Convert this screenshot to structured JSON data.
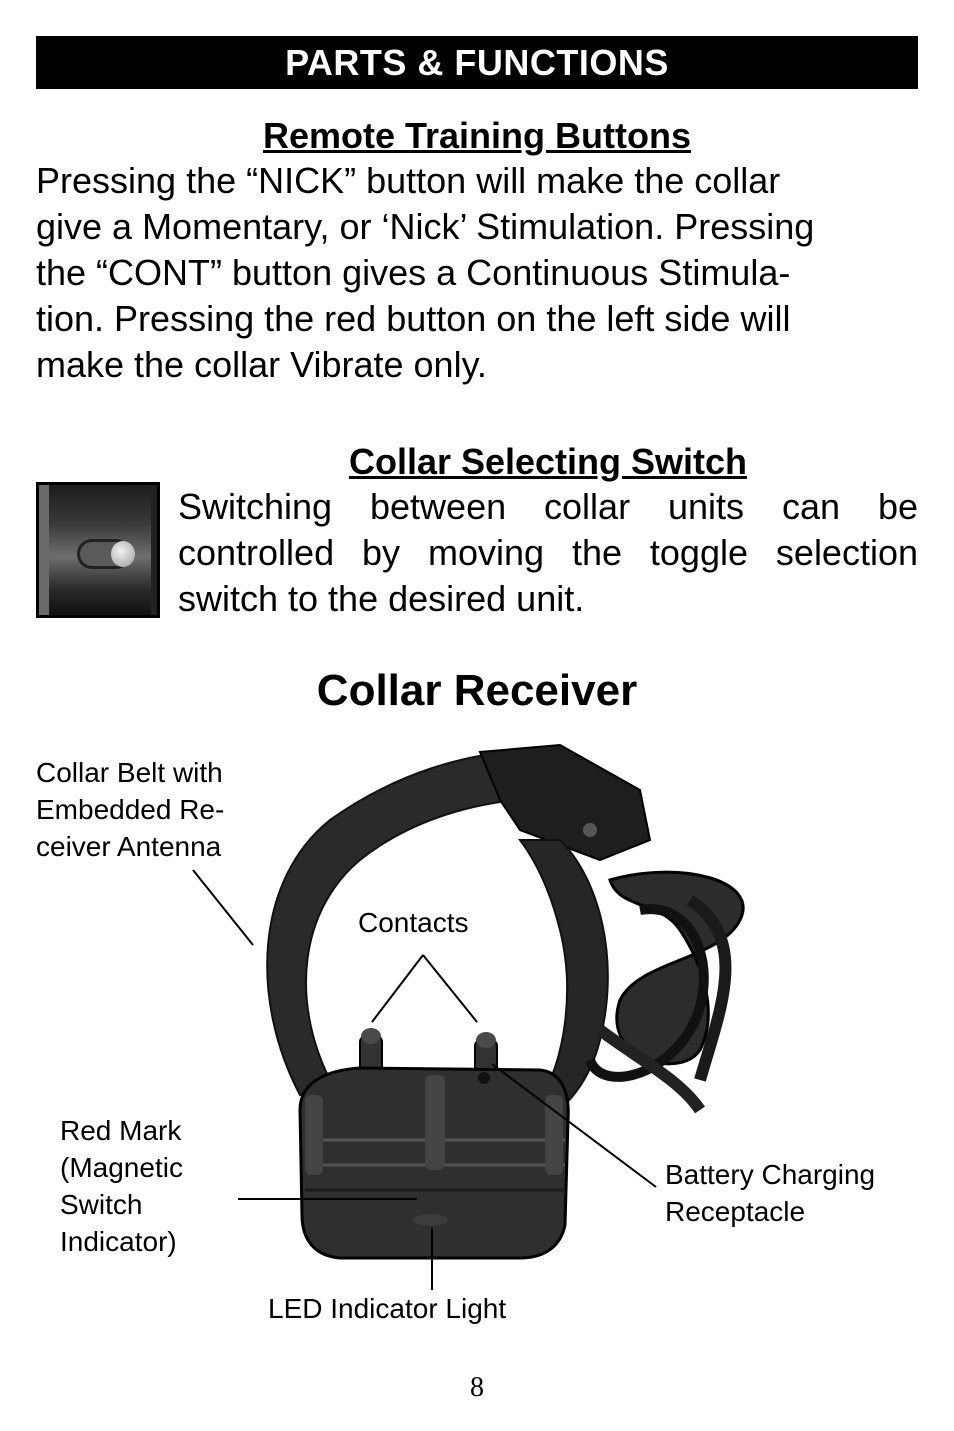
{
  "header": {
    "title": "PARTS & FUNCTIONS"
  },
  "remote_section": {
    "title": "Remote Training Buttons",
    "lines": [
      "Pressing the “NICK” button will make the collar",
      "give a Momentary, or ‘Nick’ Stimulation.  Pressing",
      "the “CONT” button gives a Continuous Stimula-",
      "tion.  Pressing the red button on the left side will",
      "make the collar Vibrate only."
    ]
  },
  "switch_section": {
    "title": "Collar Selecting Switch",
    "lines": [
      "Switching between collar units can be",
      "controlled by moving the toggle selection",
      "switch to the desired unit."
    ]
  },
  "receiver": {
    "title": "Collar Receiver",
    "labels": {
      "belt": [
        "Collar Belt with",
        "Embedded Re-",
        "ceiver Antenna"
      ],
      "contacts": "Contacts",
      "red_mark": [
        "Red Mark",
        "(Magnetic",
        "Switch",
        "Indicator)"
      ],
      "battery": [
        "Battery Charging",
        "Receptacle"
      ],
      "led": "LED Indicator Light"
    }
  },
  "footer": {
    "page_number": "8"
  }
}
